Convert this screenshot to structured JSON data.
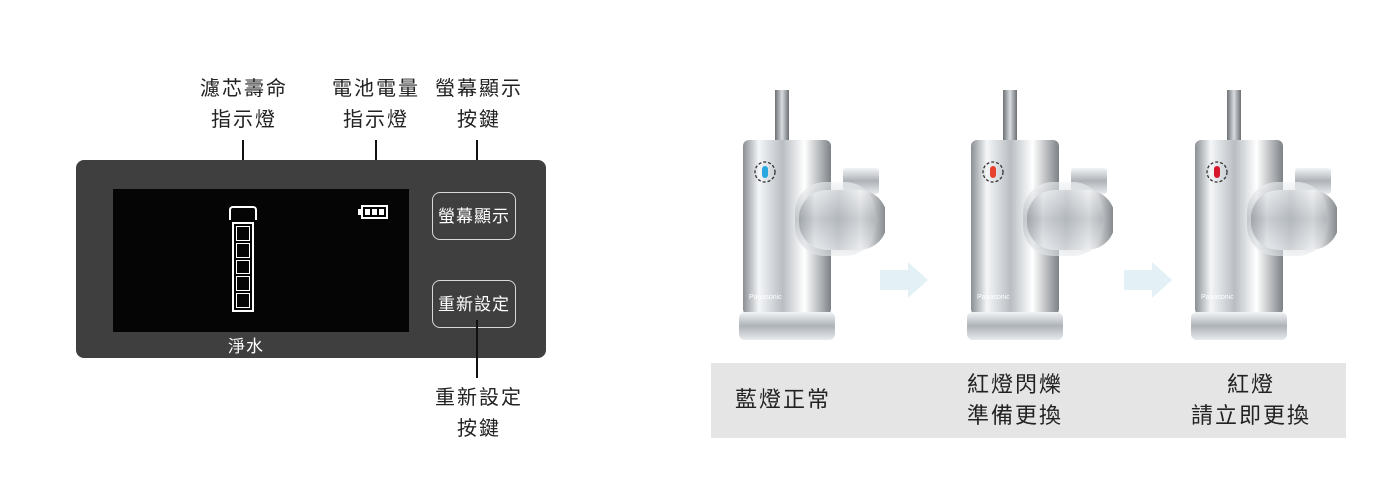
{
  "callouts": {
    "filter_indicator": {
      "line1": "濾芯壽命",
      "line2": "指示燈"
    },
    "battery_indicator": {
      "line1": "電池電量",
      "line2": "指示燈"
    },
    "display_button": {
      "line1": "螢幕顯示",
      "line2": "按鍵"
    },
    "reset_button": {
      "line1": "重新設定",
      "line2": "按鍵"
    }
  },
  "panel": {
    "lcd_mode_label": "淨水",
    "display_button_label": "螢幕顯示",
    "reset_button_label": "重新設定",
    "filter_life_level": 1.0,
    "battery_level": 1.0
  },
  "faucets": [
    {
      "brand": "Panasonic",
      "indicator_color": "#2aa6e0",
      "status_line1": "藍燈正常",
      "status_line2": ""
    },
    {
      "brand": "Panasonic",
      "indicator_color": "#e8412f",
      "status_line1": "紅燈閃爍",
      "status_line2": "準備更換"
    },
    {
      "brand": "Panasonic",
      "indicator_color": "#d8172c",
      "status_line1": "紅燈",
      "status_line2": "請立即更換"
    }
  ],
  "colors": {
    "panel_bg": "#3f3f3f",
    "lcd_bg": "#050505",
    "strip_bg": "#e5e5e5",
    "arrow": "#e3f1f6"
  }
}
